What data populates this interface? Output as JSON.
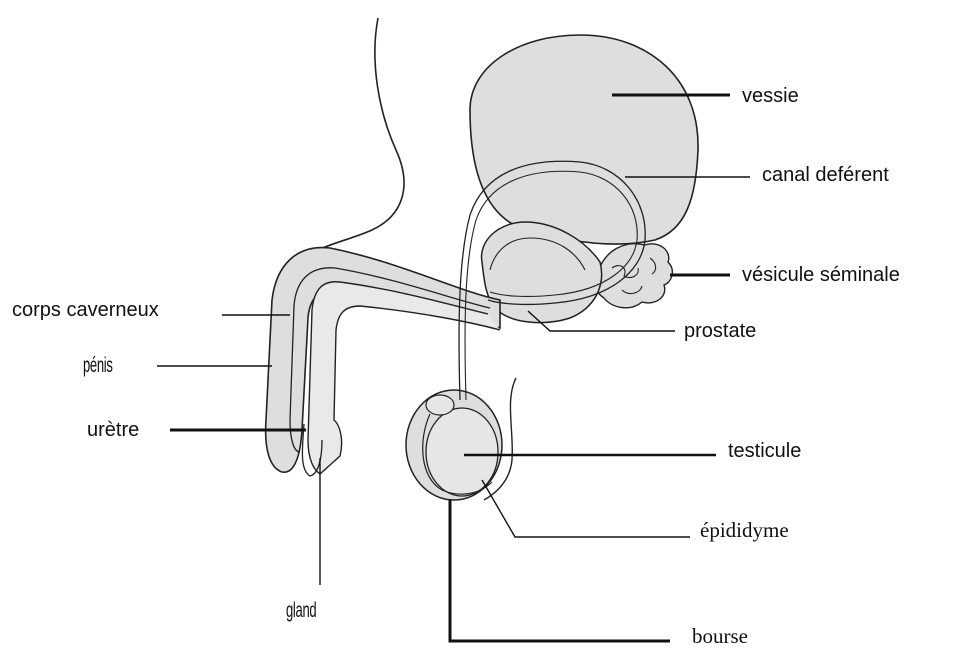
{
  "labels": {
    "vessie": "vessie",
    "canal_deferent": "canal deférent",
    "vesicule_seminale": "vésicule séminale",
    "prostate": "prostate",
    "corps_caverneux": "corps caverneux",
    "penis": "pénis",
    "uretre": "urètre",
    "testicule": "testicule",
    "epididyme": "épididyme",
    "gland": "gland",
    "bourse": "bourse"
  },
  "colors": {
    "organ_fill": "#dedede",
    "outline": "#222222",
    "leader_line": "#111111"
  }
}
